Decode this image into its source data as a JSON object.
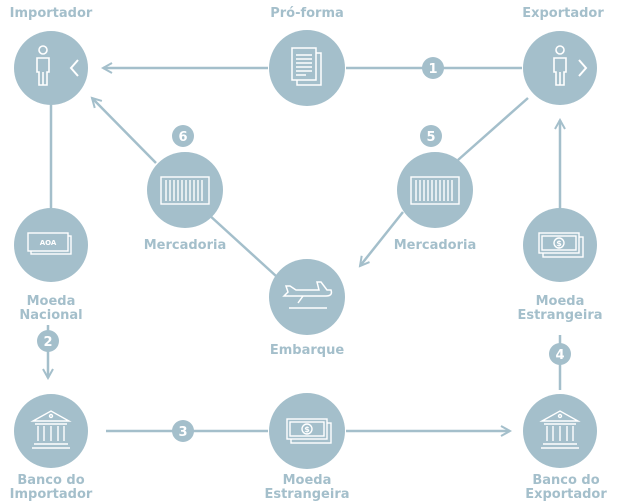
{
  "colors": {
    "accent": "#a4bfcb",
    "icon": "#ffffff",
    "background": "#ffffff"
  },
  "nodes": {
    "importador": {
      "label": "Importador",
      "icon": "person-icon"
    },
    "exportador": {
      "label": "Exportador",
      "icon": "person-icon"
    },
    "pro_forma": {
      "label": "Pró-forma",
      "icon": "document-icon"
    },
    "mercadoria_left": {
      "label": "Mercadoria",
      "icon": "container-icon"
    },
    "mercadoria_right": {
      "label": "Mercadoria",
      "icon": "container-icon"
    },
    "moeda_nacional": {
      "label_line1": "Moeda",
      "label_line2": "Nacional",
      "icon": "banknote-icon",
      "note": "AOA"
    },
    "moeda_estrangeira_right": {
      "label_line1": "Moeda",
      "label_line2": "Estrangeira",
      "icon": "banknote-dollar-icon"
    },
    "embarque": {
      "label": "Embarque",
      "icon": "airplane-icon"
    },
    "banco_importador": {
      "label_line1": "Banco do",
      "label_line2": "Importador",
      "icon": "bank-icon"
    },
    "moeda_estrangeira_bottom": {
      "label_line1": "Moeda",
      "label_line2": "Estrangeira",
      "icon": "banknote-dollar-icon"
    },
    "banco_exportador": {
      "label_line1": "Banco do",
      "label_line2": "Exportador",
      "icon": "bank-icon"
    }
  },
  "steps": [
    "1",
    "2",
    "3",
    "4",
    "5",
    "6"
  ]
}
